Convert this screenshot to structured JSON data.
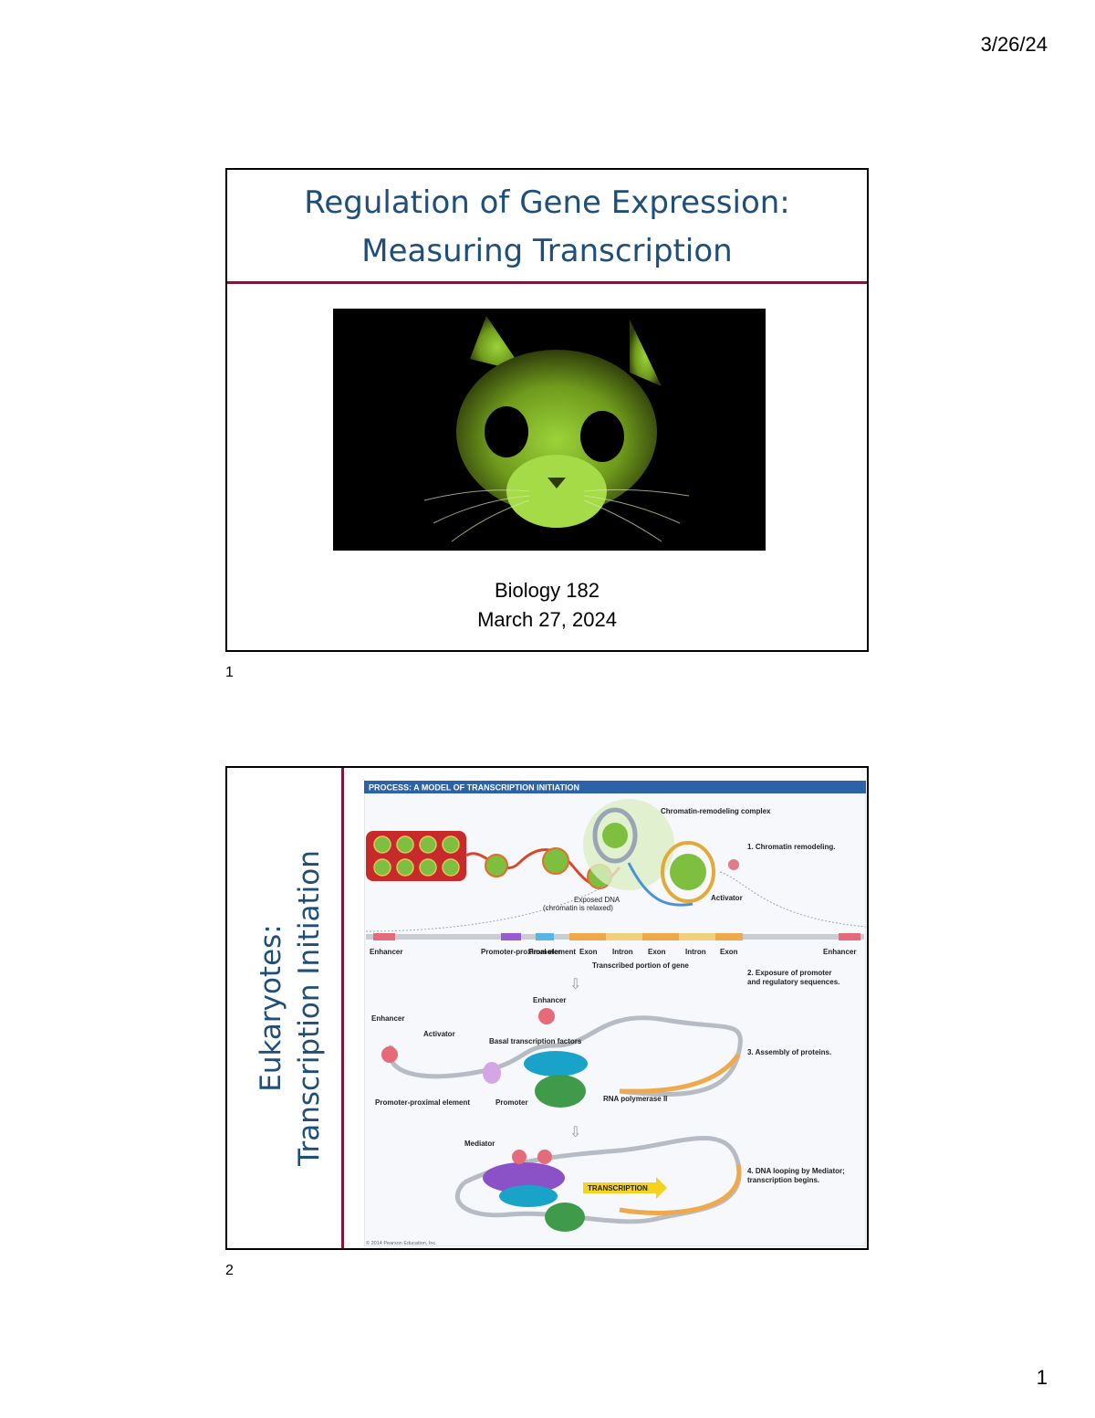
{
  "page": {
    "date": "3/26/24",
    "page_number": "1"
  },
  "slide1": {
    "number": "1",
    "title_line1": "Regulation of Gene Expression:",
    "title_line2": "Measuring Transcription",
    "course": "Biology 182",
    "date": "March 27, 2024"
  },
  "slide2": {
    "number": "2",
    "title_line1": "Eukaryotes:",
    "title_line2": "Transcription Initiation",
    "diagram": {
      "header": "PROCESS: A MODEL OF TRANSCRIPTION INITIATION",
      "chromatin_remodeling_complex": "Chromatin-remodeling complex",
      "step1": "1. Chromatin remodeling.",
      "exposed_dna": "Exposed DNA",
      "exposed_dna_note": "(chromatin is relaxed)",
      "activator": "Activator",
      "enhancer": "Enhancer",
      "promoter_proximal": "Promoter-proximal element",
      "promoter": "Promoter",
      "exon": "Exon",
      "intron": "Intron",
      "transcribed_portion": "Transcribed portion of gene",
      "step2_line1": "2. Exposure of promoter",
      "step2_line2": "and regulatory sequences.",
      "basal_tf": "Basal transcription factors",
      "rna_pol": "RNA polymerase II",
      "step3": "3. Assembly of proteins.",
      "mediator": "Mediator",
      "transcription": "TRANSCRIPTION",
      "step4_line1": "4. DNA looping by Mediator;",
      "step4_line2": "transcription begins.",
      "copyright": "© 2014 Pearson Education, Inc."
    }
  }
}
